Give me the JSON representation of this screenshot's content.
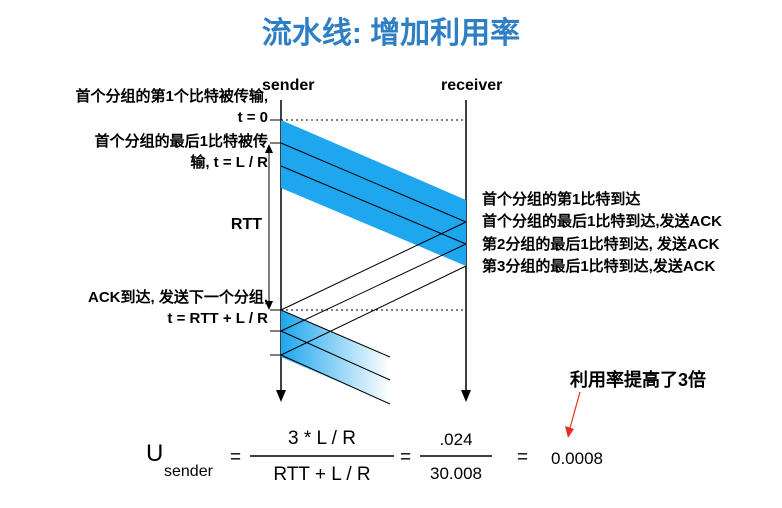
{
  "title": "流水线: 增加利用率",
  "columns": {
    "sender": "sender",
    "receiver": "receiver"
  },
  "left_labels": {
    "first_bit_line1": "首个分组的第1个比特被传输,",
    "first_bit_line2": "t = 0",
    "last_bit_line1": "首个分组的最后1比特被传",
    "last_bit_line2": "输, t = L / R",
    "rtt": "RTT",
    "ack_line1": "ACK到达, 发送下一个分组,",
    "ack_line2": "t = RTT + L / R"
  },
  "right_labels": [
    "首个分组的第1比特到达",
    "首个分组的最后1比特到达,发送ACK",
    "第2分组的最后1比特到达, 发送ACK",
    "第3分组的最后1比特到达,发送ACK"
  ],
  "note": "利用率提高了3倍",
  "equation": {
    "u": "U",
    "subscript": "sender",
    "eq1": "=",
    "num1": "3 * L / R",
    "den1": "RTT + L / R",
    "eq2": "=",
    "num2": ".024",
    "den2": "30.008",
    "eq3": "=",
    "result": "0.0008"
  },
  "colors": {
    "title": "#2f7fc4",
    "packet": "#1ea6ee",
    "arrow": "#e03020"
  }
}
